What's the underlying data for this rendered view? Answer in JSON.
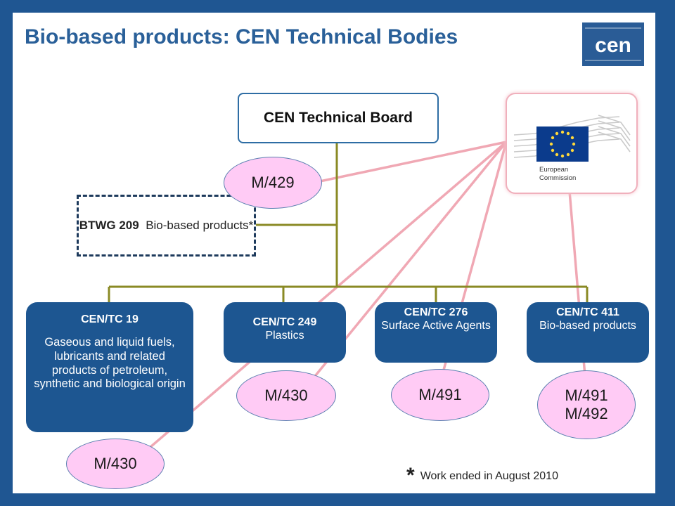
{
  "title": "Bio-based products: CEN Technical Bodies",
  "logo": {
    "text": "cen"
  },
  "board": {
    "label": "CEN Technical Board"
  },
  "btwg": {
    "code": "BTWG 209",
    "desc": "Bio-based products*"
  },
  "committees": [
    {
      "code": "CEN/TC 19",
      "desc": "Gaseous and liquid fuels, lubricants and related products of petroleum, synthetic and biological origin"
    },
    {
      "code": "CEN/TC 249",
      "desc": "Plastics"
    },
    {
      "code": "CEN/TC 276",
      "desc": "Surface Active Agents"
    },
    {
      "code": "CEN/TC 411",
      "desc": "Bio-based products"
    }
  ],
  "mandates": {
    "board": "M/429",
    "tc19": "M/430",
    "tc249": "M/430",
    "tc276": "M/491",
    "tc411_a": "M/491",
    "tc411_b": "M/492"
  },
  "ec_logo": {
    "line1": "European",
    "line2": "Commission"
  },
  "footnote": {
    "star": "*",
    "text": "Work ended in August 2010"
  },
  "colors": {
    "tc_fill": "#1d5691",
    "mandate_fill": "#ffcbf5",
    "connector": "#8a8a24",
    "ec_link": "#f0a8b4"
  }
}
